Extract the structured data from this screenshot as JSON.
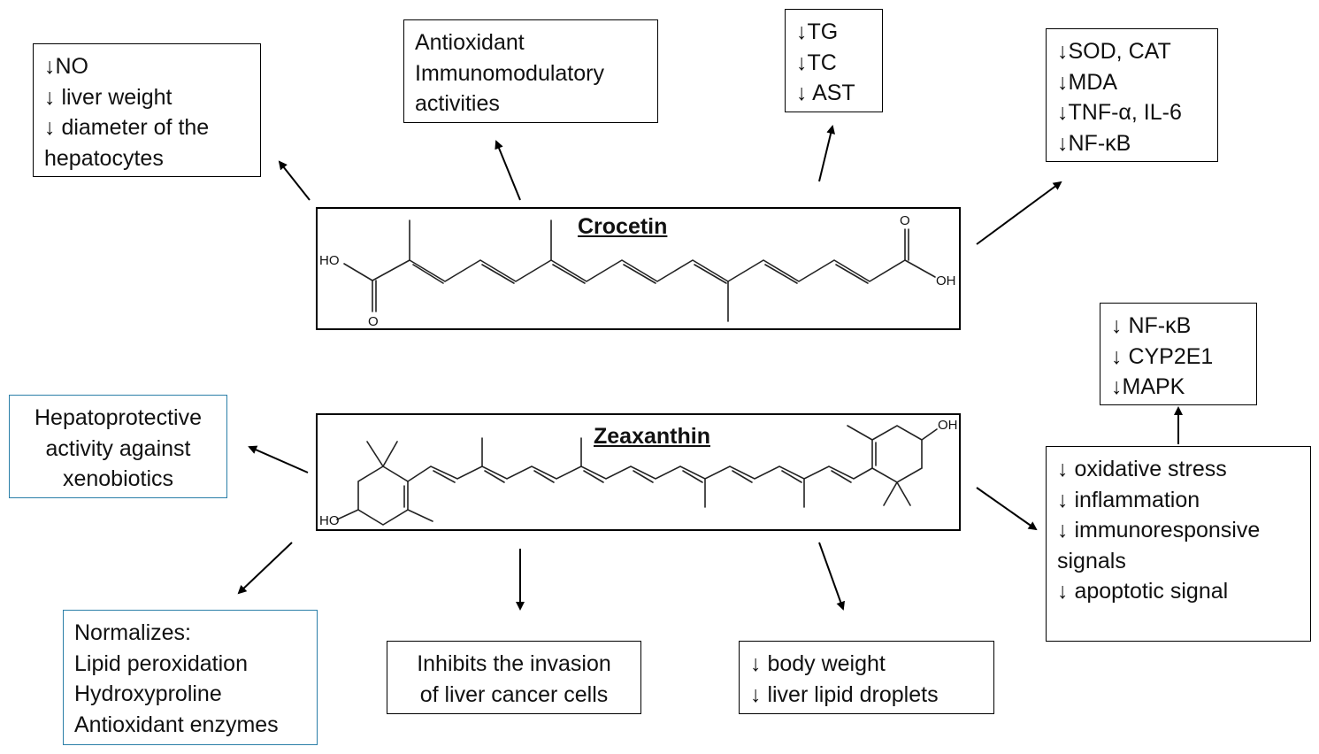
{
  "crocetin": {
    "title": "Crocetin",
    "atoms": {
      "ho": "HO",
      "o_bottom": "O",
      "o_top": "O",
      "oh": "OH"
    }
  },
  "zeaxanthin": {
    "title": "Zeaxanthin",
    "atoms": {
      "ho": "HO",
      "oh": "OH"
    }
  },
  "boxes": {
    "no_liver": {
      "lines": [
        "↓NO",
        "↓ liver weight",
        "↓ diameter of the",
        "hepatocytes"
      ]
    },
    "antioxidant": {
      "lines": [
        "Antioxidant",
        "Immunomodulatory",
        "activities"
      ]
    },
    "lipids": {
      "lines": [
        "↓TG",
        "↓TC",
        "↓ AST"
      ]
    },
    "enzymes": {
      "lines": [
        "↓SOD, CAT",
        "↓MDA",
        "↓TNF-α, IL-6",
        "↓NF-κB"
      ]
    },
    "nfkb_cyp": {
      "lines": [
        "↓ NF-κB",
        "↓ CYP2E1",
        "↓MAPK"
      ]
    },
    "hepatoprotective": {
      "lines": [
        "Hepatoprotective",
        "activity against",
        "xenobiotics"
      ]
    },
    "oxidative": {
      "lines": [
        "↓ oxidative stress",
        "↓ inflammation",
        "↓ immunoresponsive",
        "signals",
        "↓ apoptotic signal"
      ]
    },
    "normalizes": {
      "lines": [
        "Normalizes:",
        "Lipid peroxidation",
        "Hydroxyproline",
        "Antioxidant enzymes"
      ]
    },
    "invasion": {
      "lines": [
        "Inhibits the invasion",
        "of liver cancer cells"
      ]
    },
    "body_weight": {
      "lines": [
        "↓ body weight",
        "↓ liver lipid droplets"
      ]
    }
  }
}
